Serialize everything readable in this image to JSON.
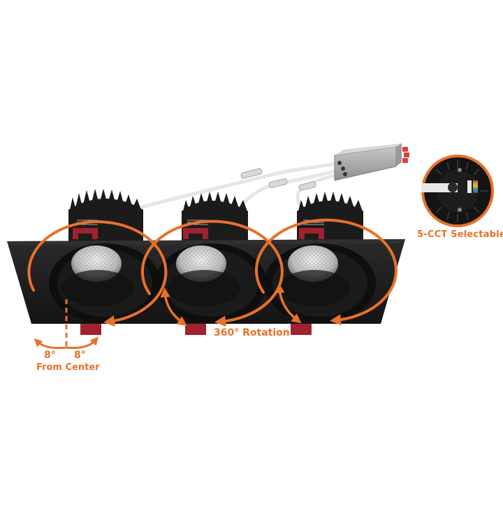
{
  "product": {
    "description": "Triple gimbal recessed downlight with remote driver",
    "accent_color": "#e8712a",
    "frame_color": "#1c1c1c",
    "clip_color": "#a0222e",
    "heatsink_count": 3
  },
  "callouts": {
    "cct_selectable": "5-CCT Selectable",
    "rotation": "360° Rotation",
    "tilt_left": "8°",
    "tilt_right": "8°",
    "from_center": "From Center"
  },
  "cct_switch": {
    "colors": [
      "#e2563b",
      "#e8a33a",
      "#b7c23c",
      "#4aa05a",
      "#4b6fc1"
    ]
  }
}
